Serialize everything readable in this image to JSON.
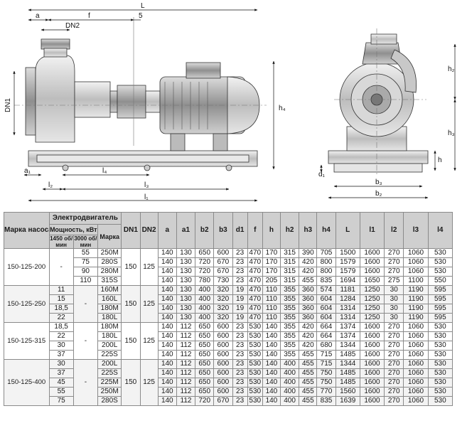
{
  "drawing_labels": {
    "L": "L",
    "a": "a",
    "f": "f",
    "five": "5",
    "DN2": "DN2",
    "DN1": "DN1",
    "h4": "h₄",
    "a1": "a₁",
    "l4": "l₄",
    "l2": "l₂",
    "l3": "l₃",
    "l1": "l₁",
    "h2": "h₂",
    "h3": "h₃",
    "h": "h",
    "d1": "d₁",
    "b3": "b₃",
    "b2": "b₂"
  },
  "table": {
    "hdr_model": "Марка насоса",
    "hdr_motor": "Электродвигатель",
    "hdr_power": "Мощность, кВт",
    "hdr_p1450": "1450 об/мин",
    "hdr_p3000": "3000 об/мин",
    "hdr_brand": "Марка",
    "dim_cols": [
      "DN1",
      "DN2",
      "a",
      "a1",
      "b2",
      "b3",
      "d1",
      "f",
      "h",
      "h2",
      "h3",
      "h4",
      "L",
      "l1",
      "l2",
      "l3",
      "l4"
    ],
    "groups": [
      {
        "model": "150-125-200",
        "dn1": "150",
        "dn2": "125",
        "p1450": [
          "-",
          "-",
          "-",
          "-"
        ],
        "p1450_merged": true,
        "rows": [
          {
            "p3000": "55",
            "brand": "250M",
            "v": [
              "140",
              "130",
              "650",
              "600",
              "23",
              "470",
              "170",
              "315",
              "390",
              "705",
              "1500",
              "1600",
              "270",
              "1060",
              "530"
            ]
          },
          {
            "p3000": "75",
            "brand": "280S",
            "v": [
              "140",
              "130",
              "720",
              "670",
              "23",
              "470",
              "170",
              "315",
              "420",
              "800",
              "1579",
              "1600",
              "270",
              "1060",
              "530"
            ]
          },
          {
            "p3000": "90",
            "brand": "280M",
            "v": [
              "140",
              "130",
              "720",
              "670",
              "23",
              "470",
              "170",
              "315",
              "420",
              "800",
              "1579",
              "1600",
              "270",
              "1060",
              "530"
            ]
          },
          {
            "p3000": "110",
            "brand": "315S",
            "v": [
              "140",
              "130",
              "780",
              "730",
              "23",
              "470",
              "205",
              "315",
              "455",
              "835",
              "1694",
              "1650",
              "275",
              "1100",
              "550"
            ]
          }
        ]
      },
      {
        "model": "150-125-250",
        "dn1": "150",
        "dn2": "125",
        "p3000_merged": "-",
        "rows": [
          {
            "p1450": "11",
            "brand": "160M",
            "v": [
              "140",
              "130",
              "400",
              "320",
              "19",
              "470",
              "110",
              "355",
              "360",
              "574",
              "1181",
              "1250",
              "30",
              "1190",
              "595"
            ]
          },
          {
            "p1450": "15",
            "brand": "160L",
            "v": [
              "140",
              "130",
              "400",
              "320",
              "19",
              "470",
              "110",
              "355",
              "360",
              "604",
              "1284",
              "1250",
              "30",
              "1190",
              "595"
            ]
          },
          {
            "p1450": "18,5",
            "brand": "180M",
            "v": [
              "140",
              "130",
              "400",
              "320",
              "19",
              "470",
              "110",
              "355",
              "360",
              "604",
              "1314",
              "1250",
              "30",
              "1190",
              "595"
            ]
          },
          {
            "p1450": "22",
            "brand": "180L",
            "v": [
              "140",
              "130",
              "400",
              "320",
              "19",
              "470",
              "110",
              "355",
              "360",
              "604",
              "1314",
              "1250",
              "30",
              "1190",
              "595"
            ]
          }
        ]
      },
      {
        "model": "150-125-315",
        "dn1": "150",
        "dn2": "125",
        "p3000_merged": "-",
        "rows": [
          {
            "p1450": "18,5",
            "brand": "180M",
            "v": [
              "140",
              "112",
              "650",
              "600",
              "23",
              "530",
              "140",
              "355",
              "420",
              "664",
              "1374",
              "1600",
              "270",
              "1060",
              "530"
            ]
          },
          {
            "p1450": "22",
            "brand": "180L",
            "v": [
              "140",
              "112",
              "650",
              "600",
              "23",
              "530",
              "140",
              "355",
              "420",
              "664",
              "1374",
              "1600",
              "270",
              "1060",
              "530"
            ]
          },
          {
            "p1450": "30",
            "brand": "200L",
            "v": [
              "140",
              "112",
              "650",
              "600",
              "23",
              "530",
              "140",
              "355",
              "420",
              "680",
              "1344",
              "1600",
              "270",
              "1060",
              "530"
            ]
          },
          {
            "p1450": "37",
            "brand": "225S",
            "v": [
              "140",
              "112",
              "650",
              "600",
              "23",
              "530",
              "140",
              "355",
              "455",
              "715",
              "1485",
              "1600",
              "270",
              "1060",
              "530"
            ]
          }
        ]
      },
      {
        "model": "150-125-400",
        "dn1": "150",
        "dn2": "125",
        "p3000_merged": "-",
        "rows": [
          {
            "p1450": "30",
            "brand": "200L",
            "v": [
              "140",
              "112",
              "650",
              "600",
              "23",
              "530",
              "140",
              "400",
              "455",
              "715",
              "1344",
              "1600",
              "270",
              "1060",
              "530"
            ]
          },
          {
            "p1450": "37",
            "brand": "225S",
            "v": [
              "140",
              "112",
              "650",
              "600",
              "23",
              "530",
              "140",
              "400",
              "455",
              "750",
              "1485",
              "1600",
              "270",
              "1060",
              "530"
            ]
          },
          {
            "p1450": "45",
            "brand": "225M",
            "v": [
              "140",
              "112",
              "650",
              "600",
              "23",
              "530",
              "140",
              "400",
              "455",
              "750",
              "1485",
              "1600",
              "270",
              "1060",
              "530"
            ]
          },
          {
            "p1450": "55",
            "brand": "250M",
            "v": [
              "140",
              "112",
              "650",
              "600",
              "23",
              "530",
              "140",
              "400",
              "455",
              "770",
              "1560",
              "1600",
              "270",
              "1060",
              "530"
            ]
          },
          {
            "p1450": "75",
            "brand": "280S",
            "v": [
              "140",
              "112",
              "720",
              "670",
              "23",
              "530",
              "140",
              "400",
              "455",
              "835",
              "1639",
              "1600",
              "270",
              "1060",
              "530"
            ]
          }
        ]
      }
    ]
  }
}
